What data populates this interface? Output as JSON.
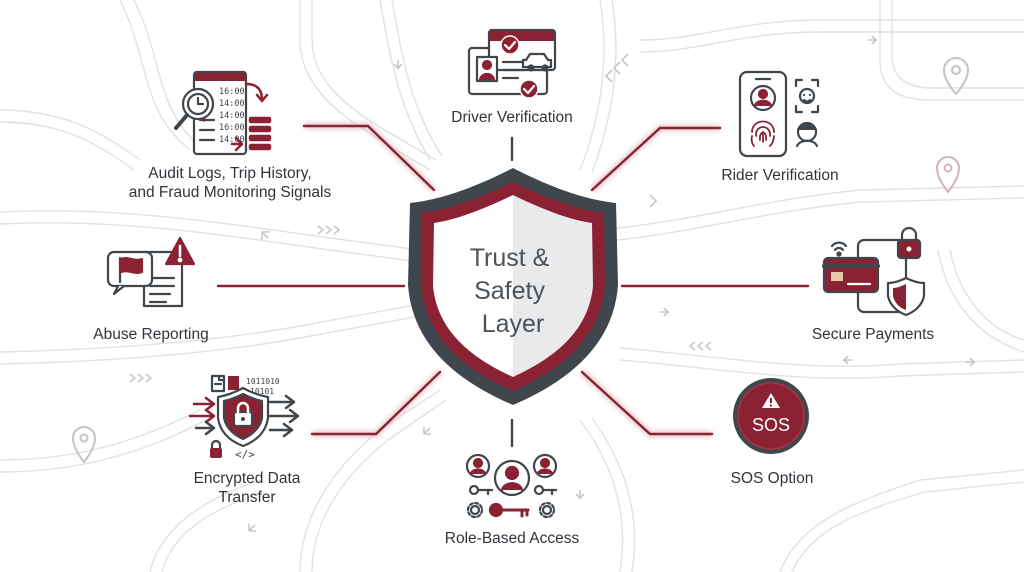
{
  "diagram": {
    "center": {
      "title_lines": [
        "Trust &",
        "Safety",
        "Layer"
      ]
    },
    "features": [
      {
        "id": "driver-verification",
        "lines": [
          "Driver Verification"
        ],
        "icon": "id-card-car-icon"
      },
      {
        "id": "rider-verification",
        "lines": [
          "Rider Verification"
        ],
        "icon": "phone-fingerprint-icon"
      },
      {
        "id": "secure-payments",
        "lines": [
          "Secure Payments"
        ],
        "icon": "card-shield-lock-icon"
      },
      {
        "id": "sos-option",
        "lines": [
          "SOS Option"
        ],
        "icon": "sos-button-icon",
        "badge": "SOS"
      },
      {
        "id": "role-based-access",
        "lines": [
          "Role-Based Access"
        ],
        "icon": "users-keys-icon"
      },
      {
        "id": "encrypted-data-transfer",
        "lines": [
          "Encrypted Data",
          "Transfer"
        ],
        "icon": "shield-lock-binary-icon",
        "binary": [
          "1011010",
          "10101"
        ],
        "code": "</>"
      },
      {
        "id": "abuse-reporting",
        "lines": [
          "Abuse Reporting"
        ],
        "icon": "flag-document-icon"
      },
      {
        "id": "audit-logs",
        "lines": [
          "Audit Logs, Trip History,",
          "and Fraud Monitoring Signals"
        ],
        "icon": "log-magnifier-icon",
        "times": [
          "16:00",
          "14:00",
          "14:00",
          "16:00",
          "14:00"
        ]
      }
    ]
  },
  "colors": {
    "accent": "#8b2233",
    "accent_light": "#d9a8b0",
    "dark": "#3f464c",
    "road": "#dcdcdc",
    "shield_left": "#ffffff",
    "shield_right": "#e9eaeb"
  }
}
